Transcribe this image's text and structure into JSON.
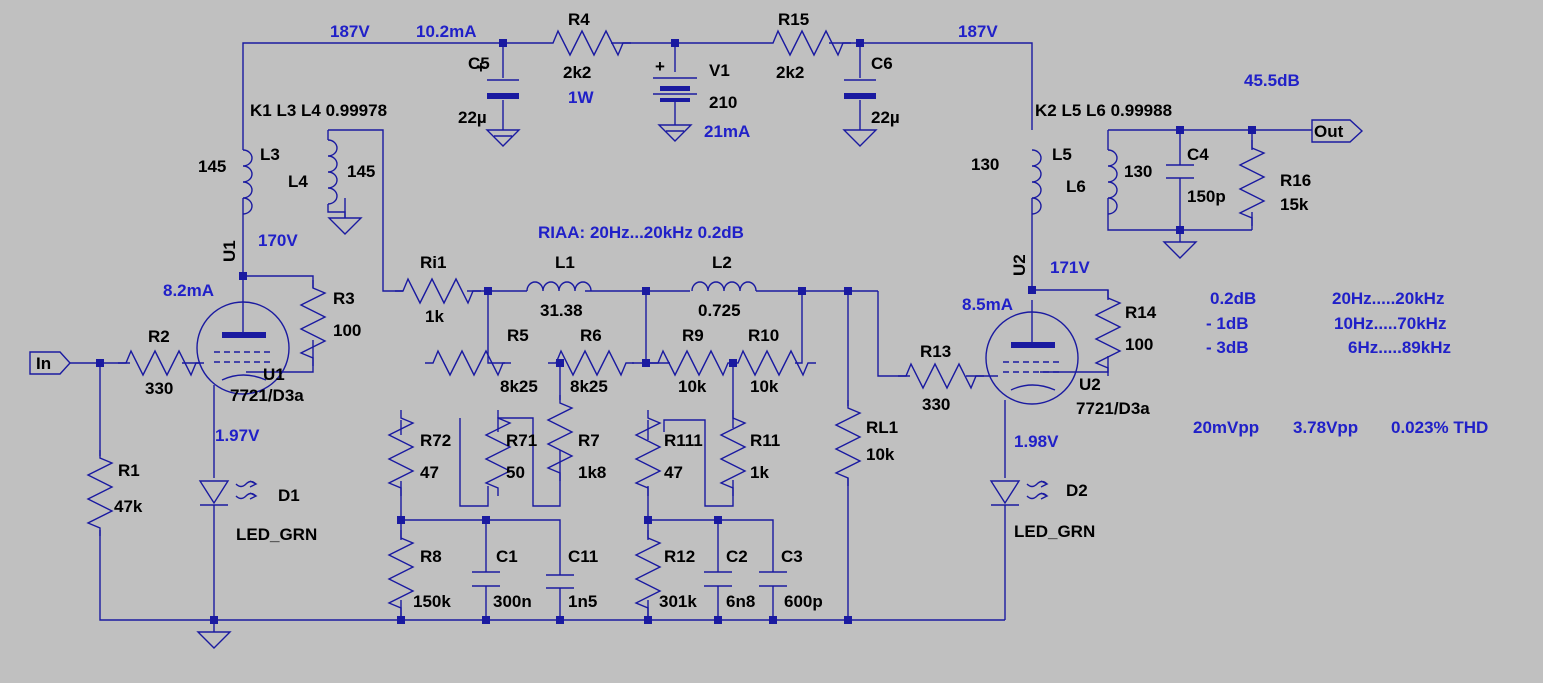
{
  "title": "RIAA: 20Hz...20kHz   0.2dB",
  "gain": "45.5dB",
  "ports": {
    "in": "In",
    "out": "Out"
  },
  "voltages": {
    "rail_left": "187V",
    "rail_right": "187V",
    "rail_current": "10.2mA",
    "supply_current": "21mA",
    "r4_power": "1W",
    "u1_plate": "170V",
    "u1_current": "8.2mA",
    "u1_cathode": "1.97V",
    "u2_plate": "171V",
    "u2_current": "8.5mA",
    "u2_cathode": "1.98V"
  },
  "coupling": {
    "k1": "K1 L3 L4  0.99978",
    "k2": "K2 L5 L6  0.99988"
  },
  "components": {
    "R1": {
      "ref": "R1",
      "value": "47k"
    },
    "R2": {
      "ref": "R2",
      "value": "330"
    },
    "R3": {
      "ref": "R3",
      "value": "100"
    },
    "R4": {
      "ref": "R4",
      "value": "2k2"
    },
    "R5": {
      "ref": "R5",
      "value": "8k25"
    },
    "R6": {
      "ref": "R6",
      "value": "8k25"
    },
    "R7": {
      "ref": "R7",
      "value": "1k8"
    },
    "R8": {
      "ref": "R8",
      "value": "150k"
    },
    "R9": {
      "ref": "R9",
      "value": "10k"
    },
    "R10": {
      "ref": "R10",
      "value": "10k"
    },
    "R11": {
      "ref": "R11",
      "value": "1k"
    },
    "R12": {
      "ref": "R12",
      "value": "301k"
    },
    "R13": {
      "ref": "R13",
      "value": "330"
    },
    "R14": {
      "ref": "R14",
      "value": "100"
    },
    "R15": {
      "ref": "R15",
      "value": "2k2"
    },
    "R16": {
      "ref": "R16",
      "value": "15k"
    },
    "R71": {
      "ref": "R71",
      "value": "50"
    },
    "R72": {
      "ref": "R72",
      "value": "47"
    },
    "R111": {
      "ref": "R111",
      "value": "47"
    },
    "Ri1": {
      "ref": "Ri1",
      "value": "1k"
    },
    "RL1": {
      "ref": "RL1",
      "value": "10k"
    },
    "C1": {
      "ref": "C1",
      "value": "300n"
    },
    "C2": {
      "ref": "C2",
      "value": "6n8"
    },
    "C3": {
      "ref": "C3",
      "value": "600p"
    },
    "C4": {
      "ref": "C4",
      "value": "150p"
    },
    "C5": {
      "ref": "C5",
      "value": "22µ"
    },
    "C6": {
      "ref": "C6",
      "value": "22µ"
    },
    "C11": {
      "ref": "C11",
      "value": "1n5"
    },
    "L1": {
      "ref": "L1",
      "value": "31.38"
    },
    "L2": {
      "ref": "L2",
      "value": "0.725"
    },
    "L3": {
      "ref": "L3",
      "value": "145"
    },
    "L4": {
      "ref": "L4",
      "value": "145"
    },
    "L5": {
      "ref": "L5",
      "value": "130"
    },
    "L6": {
      "ref": "L6",
      "value": "130"
    },
    "V1": {
      "ref": "V1",
      "value": "210"
    },
    "U1": {
      "ref": "U1",
      "value": "7721/D3a"
    },
    "U2": {
      "ref": "U2",
      "value": "7721/D3a"
    },
    "D1": {
      "ref": "D1",
      "value": "LED_GRN"
    },
    "D2": {
      "ref": "D2",
      "value": "LED_GRN"
    }
  },
  "response": {
    "rows": [
      {
        "level": "0.2dB",
        "range": "20Hz.....20kHz"
      },
      {
        "level": "- 1dB",
        "range": "10Hz.....70kHz"
      },
      {
        "level": "- 3dB",
        "range": "6Hz.....89kHz"
      }
    ],
    "input": "20mVpp",
    "output": "3.78Vpp",
    "thd": "0.023% THD"
  }
}
